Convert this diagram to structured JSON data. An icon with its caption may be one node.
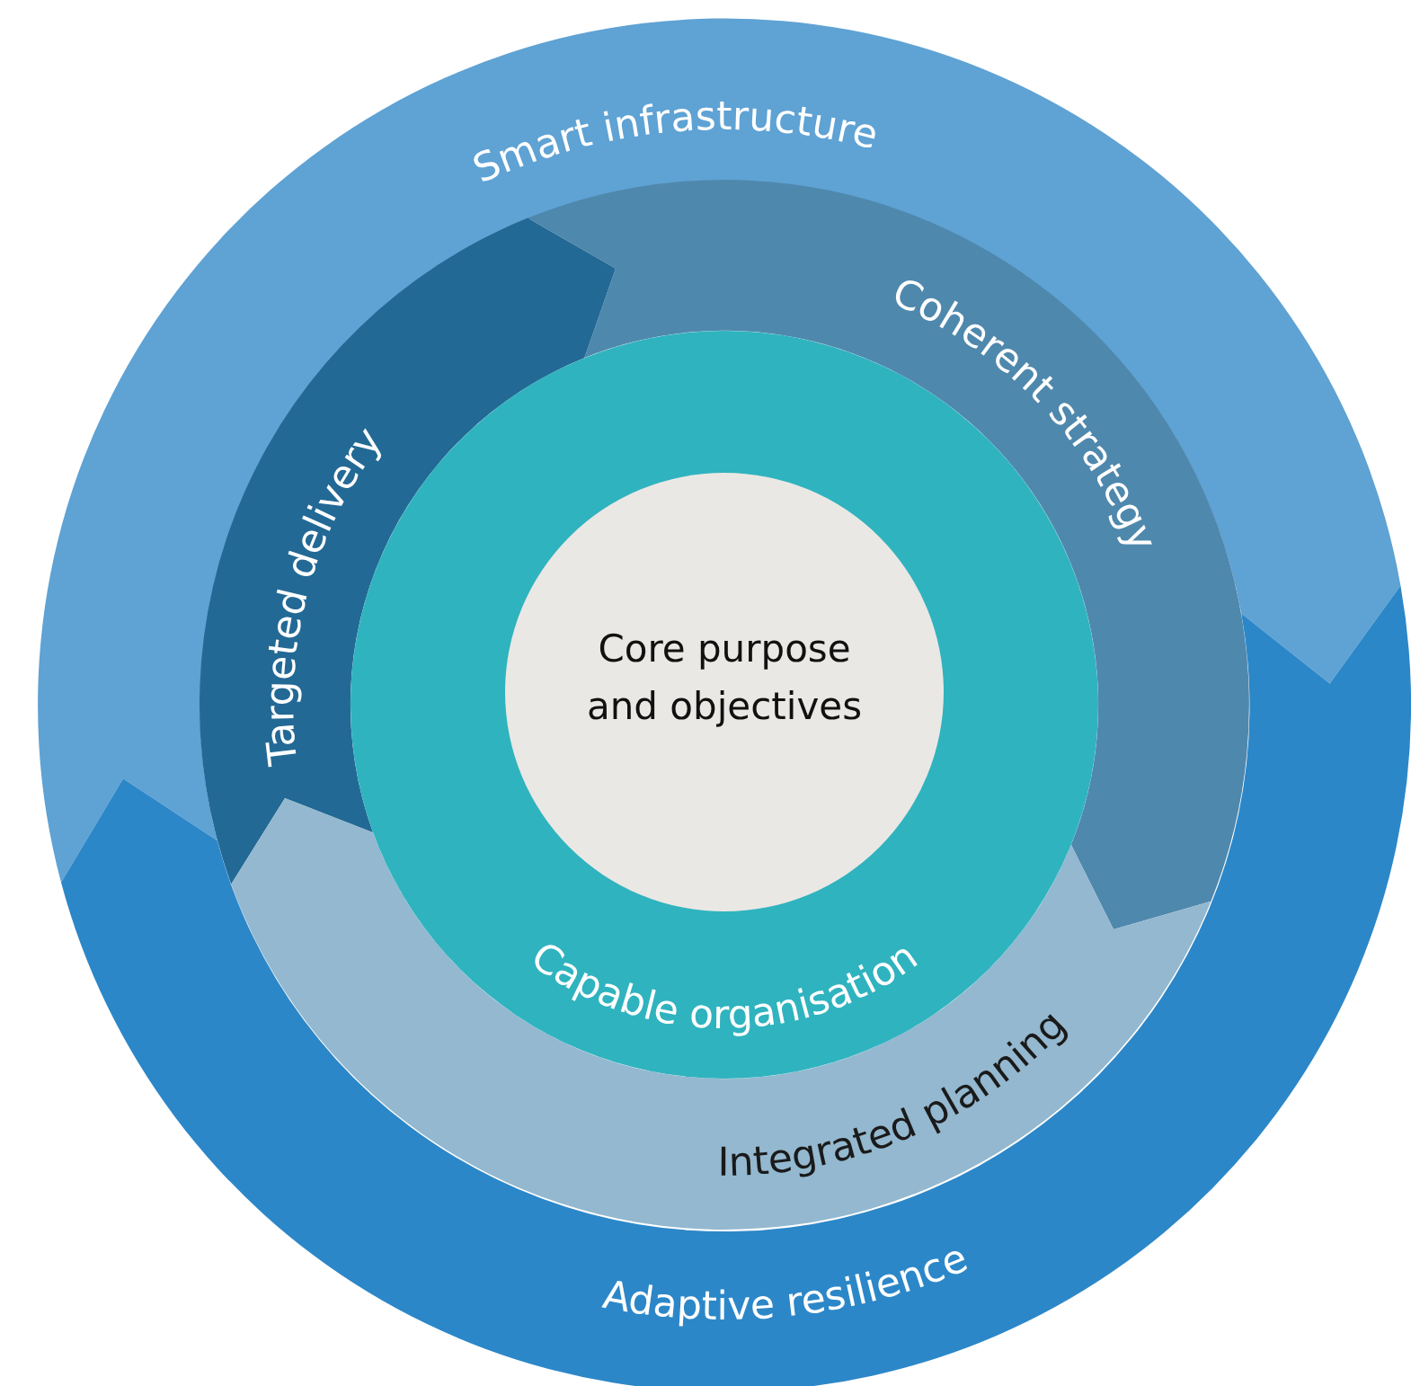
{
  "diagram": {
    "nodes": [
      {
        "text": [
          "Smart infrastructure"
        ]
      },
      {
        "text": [
          "Coherent strategy"
        ]
      },
      {
        "text": [
          "Targeted delivery"
        ]
      },
      {
        "text": [
          "Capable organisation"
        ]
      },
      {
        "text": [
          "Core purpose and objectives"
        ],
        "in": 3
      },
      {
        "text": [
          "Integrated planning"
        ]
      },
      {
        "text": [
          "Adaptive resilience"
        ]
      }
    ]
  }
}
